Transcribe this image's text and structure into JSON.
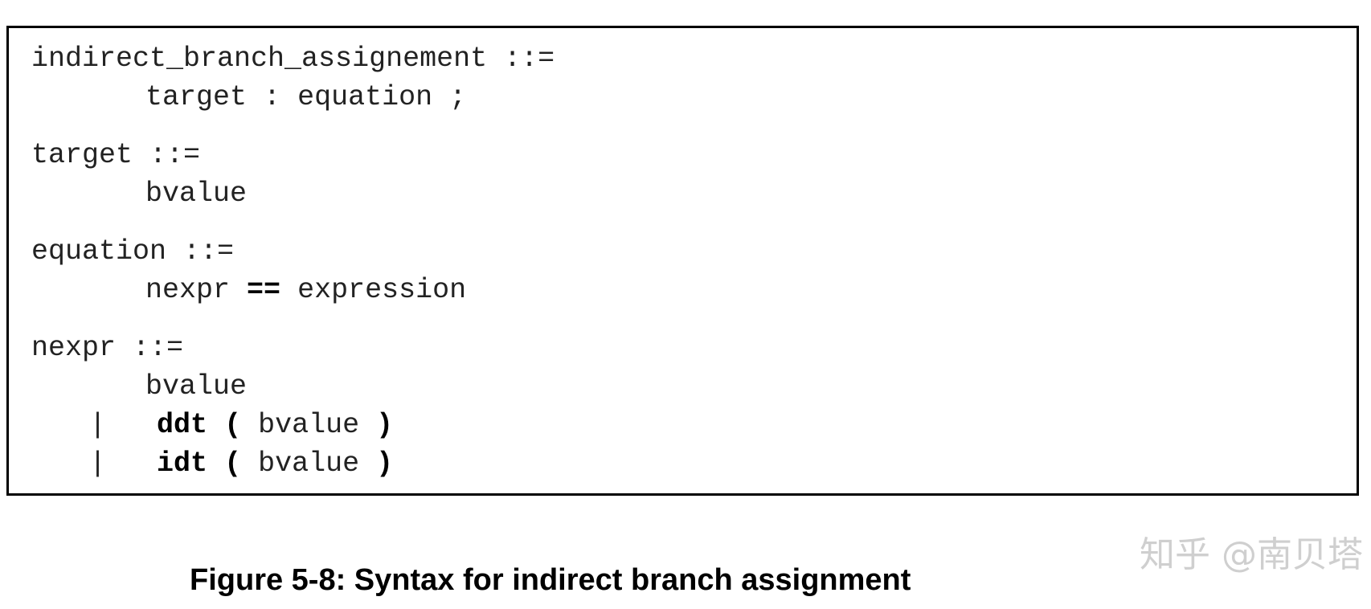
{
  "syntax": {
    "rule1": {
      "name": "indirect_branch_assignement",
      "op": "::=",
      "body": {
        "target": "target",
        "colon": ":",
        "equation": "equation",
        "semicolon": ";"
      }
    },
    "rule2": {
      "name": "target",
      "op": "::=",
      "body": "bvalue"
    },
    "rule3": {
      "name": "equation",
      "op": "::=",
      "body": {
        "lhs": "nexpr",
        "eq": "==",
        "rhs": "expression"
      }
    },
    "rule4": {
      "name": "nexpr",
      "op": "::=",
      "alt0": "bvalue",
      "alt1": {
        "bar": "|",
        "func": "ddt",
        "open": "(",
        "arg": "bvalue",
        "close": ")"
      },
      "alt2": {
        "bar": "|",
        "func": "idt",
        "open": "(",
        "arg": "bvalue",
        "close": ")"
      }
    }
  },
  "watermark": "知乎 @南贝塔",
  "caption": "Figure 5-8: Syntax for indirect branch assignment"
}
